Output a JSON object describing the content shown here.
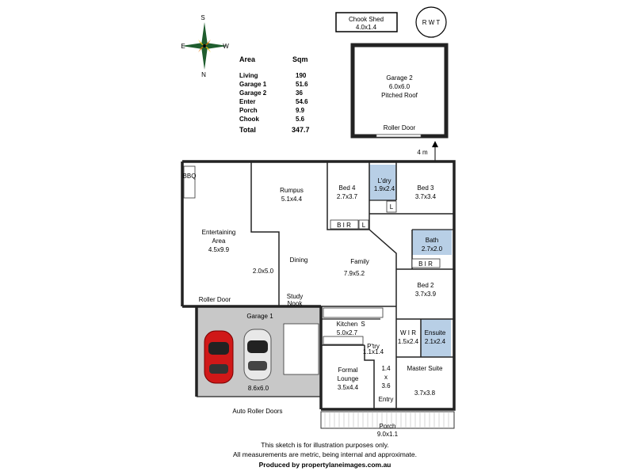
{
  "compass": {
    "n": "N",
    "s": "S",
    "e": "E",
    "w": "W"
  },
  "area_table": {
    "header_area": "Area",
    "header_sqm": "Sqm",
    "rows": [
      {
        "name": "Living",
        "value": "190"
      },
      {
        "name": "Garage 1",
        "value": "51.6"
      },
      {
        "name": "Garage 2",
        "value": "36"
      },
      {
        "name": "Enter",
        "value": "54.6"
      },
      {
        "name": "Porch",
        "value": "9.9"
      },
      {
        "name": "Chook",
        "value": "5.6"
      }
    ],
    "total_label": "Total",
    "total_value": "347.7"
  },
  "chook_shed": {
    "name": "Chook Shed",
    "size": "4.0x1.4"
  },
  "rwt": "R W T",
  "garage2": {
    "name": "Garage 2",
    "size": "6.0x6.0",
    "roof": "Pitched Roof",
    "door": "Roller Door"
  },
  "distance": "4 m",
  "rooms": {
    "entertaining": {
      "name1": "Entertaining",
      "name2": "Area",
      "size": "4.5x9.9",
      "bbq": "BBQ"
    },
    "small": "2.0x5.0",
    "rumpus": {
      "name": "Rumpus",
      "size": "5.1x4.4"
    },
    "bed4": {
      "name": "Bed 4",
      "size": "2.7x3.7"
    },
    "ldry": {
      "name": "L'dry",
      "size": "1.9x2.4"
    },
    "bed3": {
      "name": "Bed 3",
      "size": "3.7x3.4"
    },
    "bir": "B I R",
    "l": "L",
    "bath": {
      "name": "Bath",
      "size": "2.7x2.0"
    },
    "dining": "Dining",
    "family": {
      "name": "Family",
      "size": "7.9x5.2"
    },
    "study": {
      "l1": "Study",
      "l2": "Nook"
    },
    "bed2": {
      "name": "Bed 2",
      "size": "3.7x3.9"
    },
    "roller_door": "Roller Door",
    "garage1": {
      "name": "Garage 1",
      "size": "8.6x6.0"
    },
    "kitchen": {
      "name": "Kitchen",
      "size": "5.0x2.7",
      "s": "S"
    },
    "pantry": {
      "name": "P'try",
      "size": "1.1x1.4"
    },
    "wir": {
      "name": "W I R",
      "size": "1.5x2.4"
    },
    "ensuite": {
      "name": "Ensuite",
      "size": "2.1x2.4"
    },
    "formal": {
      "name1": "Formal",
      "name2": "Lounge",
      "size": "3.5x4.4"
    },
    "entry": {
      "w": "1.4",
      "x": "x",
      "h": "3.6",
      "name": "Entry"
    },
    "master": {
      "name": "Master Suite",
      "size": "3.7x3.8"
    },
    "auto_doors": "Auto Roller Doors",
    "porch": {
      "name": "Porch",
      "size": "9.0x1.1"
    }
  },
  "footer": {
    "line1": "This sketch is for illustration purposes only.",
    "line2": "All measurements are metric, being internal and approximate.",
    "line3": "Produced by propertylaneimages.com.au"
  },
  "colors": {
    "wall": "#222222",
    "garage_floor": "#c8c8c8",
    "wet_area": "#b8cfe6",
    "car_red": "#d01818",
    "compass_green": "#1f5d2e"
  }
}
